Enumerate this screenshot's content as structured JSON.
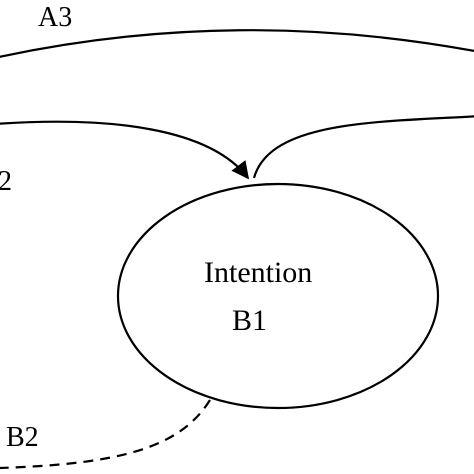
{
  "nodes": {
    "intention": {
      "name": "Intention",
      "code": "B1"
    }
  },
  "edge_labels": {
    "a3": "A3",
    "a2_fragment": "2",
    "b2": "B2"
  },
  "styles": {
    "stroke": "#000000",
    "background": "#ffffff"
  }
}
